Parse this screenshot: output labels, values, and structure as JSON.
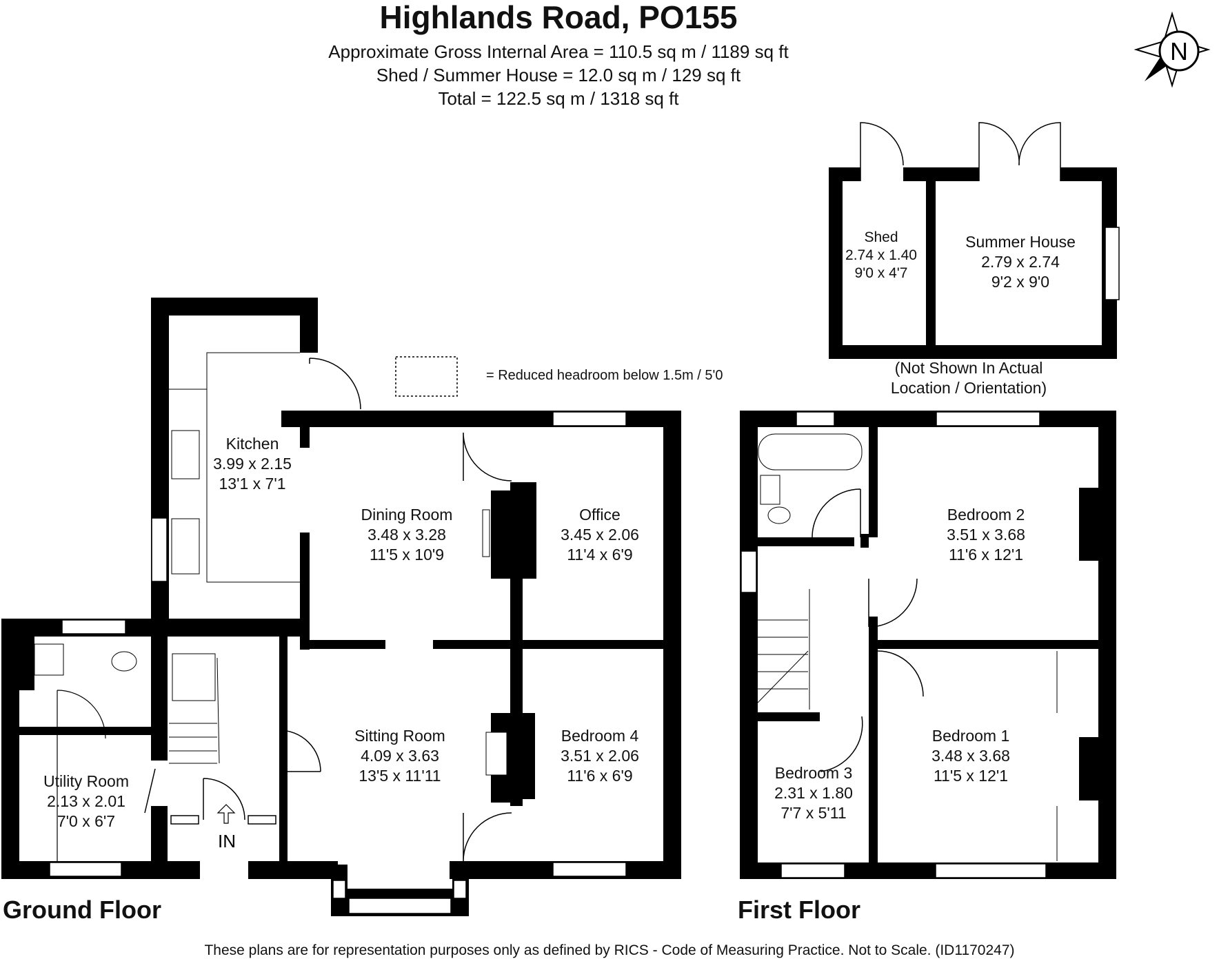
{
  "header": {
    "title": "Highlands Road, PO155",
    "area_lines": [
      "Approximate Gross Internal Area = 110.5 sq m / 1189 sq ft",
      "Shed / Summer House = 12.0 sq m / 129 sq ft",
      "Total = 122.5 sq m / 1318 sq ft"
    ]
  },
  "compass": {
    "label": "N",
    "icon": "north-compass-icon"
  },
  "legend": {
    "text": "= Reduced headroom below 1.5m / 5'0"
  },
  "outbuildings": {
    "note_lines": [
      "(Not Shown In Actual",
      "Location / Orientation)"
    ],
    "rooms": [
      {
        "name": "Shed",
        "metric": "2.74 x 1.40",
        "imperial": "9'0 x 4'7"
      },
      {
        "name": "Summer House",
        "metric": "2.79 x 2.74",
        "imperial": "9'2 x 9'0"
      }
    ]
  },
  "ground_floor": {
    "label": "Ground Floor",
    "entrance_label": "IN",
    "rooms": [
      {
        "name": "Kitchen",
        "metric": "3.99 x 2.15",
        "imperial": "13'1 x 7'1"
      },
      {
        "name": "Dining Room",
        "metric": "3.48 x 3.28",
        "imperial": "11'5 x 10'9"
      },
      {
        "name": "Office",
        "metric": "3.45 x 2.06",
        "imperial": "11'4 x 6'9"
      },
      {
        "name": "Sitting Room",
        "metric": "4.09 x 3.63",
        "imperial": "13'5 x 11'11"
      },
      {
        "name": "Bedroom 4",
        "metric": "3.51 x 2.06",
        "imperial": "11'6 x 6'9"
      },
      {
        "name": "Utility Room",
        "metric": "2.13 x 2.01",
        "imperial": "7'0 x 6'7"
      }
    ]
  },
  "first_floor": {
    "label": "First Floor",
    "rooms": [
      {
        "name": "Bedroom 2",
        "metric": "3.51 x 3.68",
        "imperial": "11'6 x 12'1"
      },
      {
        "name": "Bedroom 1",
        "metric": "3.48 x 3.68",
        "imperial": "11'5 x 12'1"
      },
      {
        "name": "Bedroom 3",
        "metric": "2.31 x 1.80",
        "imperial": "7'7 x 5'11"
      }
    ]
  },
  "footer": {
    "disclaimer": "These plans are for representation purposes only as defined by RICS - Code of Measuring Practice. Not to Scale. (ID1170247)"
  },
  "colors": {
    "wall": "#000000",
    "background": "#ffffff",
    "window": "#ffffff"
  }
}
